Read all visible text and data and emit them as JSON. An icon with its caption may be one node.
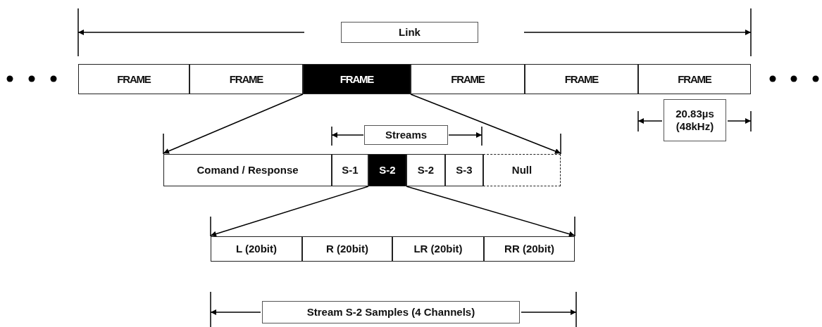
{
  "diagram": {
    "nodes": [
      {
        "text": [
          "Link"
        ]
      },
      {
        "text": [
          "FRAME"
        ]
      },
      {
        "text": [
          "FRAME"
        ]
      },
      {
        "text": [
          "FRAME"
        ]
      },
      {
        "text": [
          "FRAME"
        ]
      },
      {
        "text": [
          "FRAME"
        ]
      },
      {
        "text": [
          "FRAME"
        ]
      },
      {
        "text": [
          "Streams"
        ]
      },
      {
        "text": [
          "20.83µs (48kHz)"
        ]
      },
      {
        "text": [
          "Comand / Response"
        ]
      },
      {
        "text": [
          "S-1"
        ]
      },
      {
        "text": [
          "S-2"
        ]
      },
      {
        "text": [
          "S-2"
        ]
      },
      {
        "text": [
          "S-3"
        ]
      },
      {
        "text": [
          "Null"
        ]
      },
      {
        "text": [
          "L (20bit)"
        ]
      },
      {
        "text": [
          "R (20bit)"
        ]
      },
      {
        "text": [
          "LR (20bit)"
        ]
      },
      {
        "text": [
          "RR (20bit)"
        ]
      },
      {
        "text": [
          "Stream S-2 Samples (4 Channels)"
        ]
      }
    ],
    "edges": [
      {
        "from": 3,
        "to": 9,
        "arrow": "to"
      },
      {
        "from": 3,
        "to": 14,
        "arrow": "to"
      },
      {
        "from": 11,
        "to": 15,
        "arrow": "to"
      },
      {
        "from": 11,
        "to": 18,
        "arrow": "to"
      }
    ]
  }
}
